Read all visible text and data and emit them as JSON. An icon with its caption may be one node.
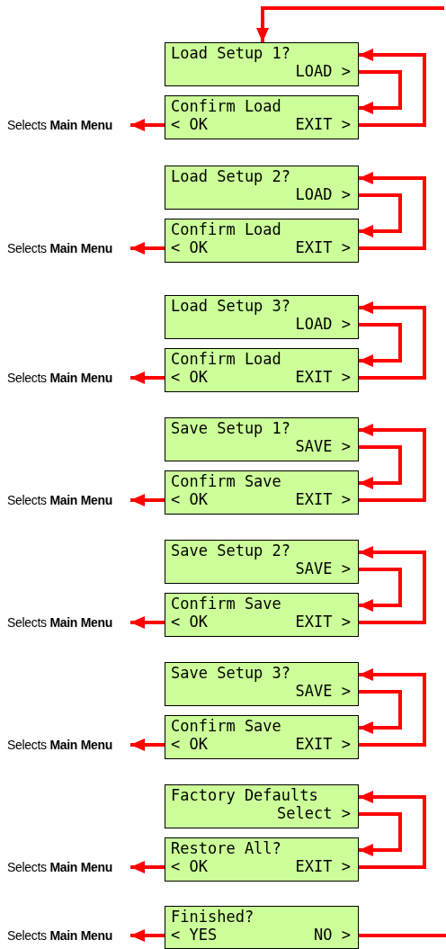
{
  "diagram": {
    "nodes": [
      {
        "text": [
          "Load Setup 1?",
          "LOAD >"
        ]
      },
      {
        "text": [
          "Confirm Load",
          "< OK",
          "EXIT >"
        ]
      },
      {
        "text": [
          "Selects **Main Menu**"
        ]
      },
      {
        "text": [
          "Load Setup 2?",
          "LOAD >"
        ]
      },
      {
        "text": [
          "Confirm Load",
          "< OK",
          "EXIT >"
        ]
      },
      {
        "text": [
          "Selects **Main Menu**"
        ]
      },
      {
        "text": [
          "Load Setup 3?",
          "LOAD >"
        ]
      },
      {
        "text": [
          "Confirm Load",
          "< OK",
          "EXIT >"
        ]
      },
      {
        "text": [
          "Selects **Main Menu**"
        ]
      },
      {
        "text": [
          "Save Setup 1?",
          "SAVE >"
        ]
      },
      {
        "text": [
          "Confirm Save",
          "< OK",
          "EXIT >"
        ]
      },
      {
        "text": [
          "Selects **Main Menu**"
        ]
      },
      {
        "text": [
          "Save Setup 2?",
          "SAVE >"
        ]
      },
      {
        "text": [
          "Confirm Save",
          "< OK",
          "EXIT >"
        ]
      },
      {
        "text": [
          "Selects **Main Menu**"
        ]
      },
      {
        "text": [
          "Save Setup 3?",
          "SAVE >"
        ]
      },
      {
        "text": [
          "Confirm Save",
          "< OK",
          "EXIT >"
        ]
      },
      {
        "text": [
          "Selects **Main Menu**"
        ]
      },
      {
        "text": [
          "Factory Defaults",
          "Select >"
        ]
      },
      {
        "text": [
          "Restore All?",
          "< OK",
          "EXIT >"
        ]
      },
      {
        "text": [
          "Selects **Main Menu**"
        ]
      },
      {
        "text": [
          "Finished?",
          "< YES",
          "NO >"
        ]
      },
      {
        "text": [
          "Selects **Main Menu**"
        ]
      }
    ],
    "edges": [
      {
        "from": null,
        "to": 0,
        "arrow": "to"
      },
      {
        "from": 0,
        "to": 1,
        "arrow": "to"
      },
      {
        "from": 1,
        "to": 0,
        "arrow": "to"
      },
      {
        "from": 1,
        "to": 2,
        "arrow": "to"
      },
      {
        "from": 3,
        "to": 4,
        "arrow": "to"
      },
      {
        "from": 4,
        "to": 3,
        "arrow": "to"
      },
      {
        "from": 4,
        "to": 5,
        "arrow": "to"
      },
      {
        "from": 6,
        "to": 7,
        "arrow": "to"
      },
      {
        "from": 7,
        "to": 6,
        "arrow": "to"
      },
      {
        "from": 7,
        "to": 8,
        "arrow": "to"
      },
      {
        "from": 9,
        "to": 10,
        "arrow": "to"
      },
      {
        "from": 10,
        "to": 9,
        "arrow": "to"
      },
      {
        "from": 10,
        "to": 11,
        "arrow": "to"
      },
      {
        "from": 12,
        "to": 13,
        "arrow": "to"
      },
      {
        "from": 13,
        "to": 12,
        "arrow": "to"
      },
      {
        "from": 13,
        "to": 14,
        "arrow": "to"
      },
      {
        "from": 15,
        "to": 16,
        "arrow": "to"
      },
      {
        "from": 16,
        "to": 15,
        "arrow": "to"
      },
      {
        "from": 16,
        "to": 17,
        "arrow": "to"
      },
      {
        "from": 18,
        "to": 19,
        "arrow": "to"
      },
      {
        "from": 19,
        "to": 18,
        "arrow": "to"
      },
      {
        "from": 19,
        "to": 20,
        "arrow": "to"
      },
      {
        "from": 21,
        "to": 22,
        "arrow": "to"
      },
      {
        "from": 21,
        "to": null,
        "arrow": "none"
      }
    ]
  }
}
